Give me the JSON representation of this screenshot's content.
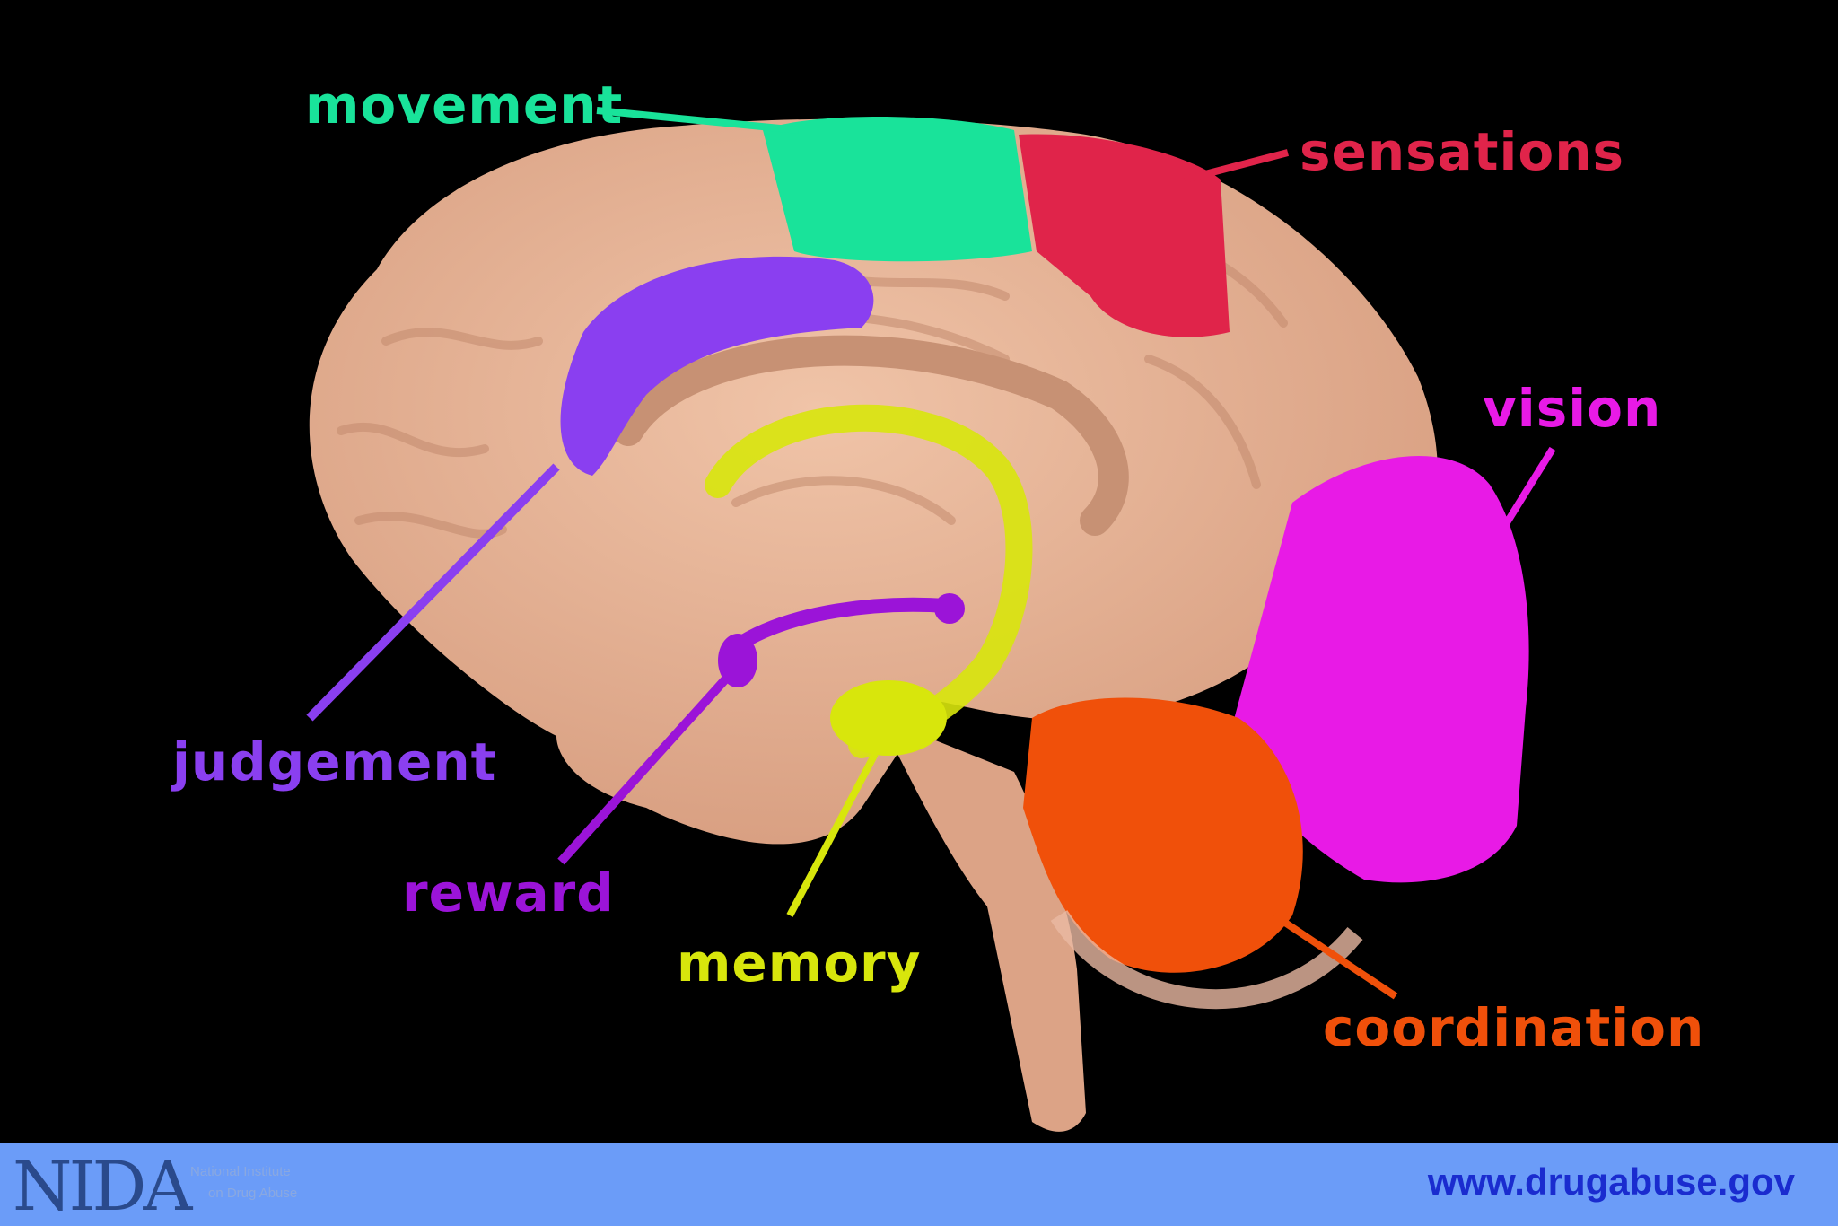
{
  "diagram": {
    "labels": {
      "movement": "movement",
      "sensations": "sensations",
      "vision": "vision",
      "judgement": "judgement",
      "reward": "reward",
      "memory": "memory",
      "coordination": "coordination"
    },
    "colors": {
      "background": "#000000",
      "brain": "#e8b598",
      "movement": "#19e39a",
      "sensations": "#e0244a",
      "vision": "#e81ae6",
      "judgement": "#8a3ff0",
      "reward": "#9b14d8",
      "memory": "#d8e60c",
      "coordination": "#f0500a"
    }
  },
  "footer": {
    "logo": "NIDA",
    "logo_subtitle_line1": "National Institute",
    "logo_subtitle_line2": "on Drug Abuse",
    "url": "www.drugabuse.gov",
    "colors": {
      "bar": "#6b9cf8",
      "url": "#1a2ccf",
      "logo": "#2a4a8c"
    }
  }
}
